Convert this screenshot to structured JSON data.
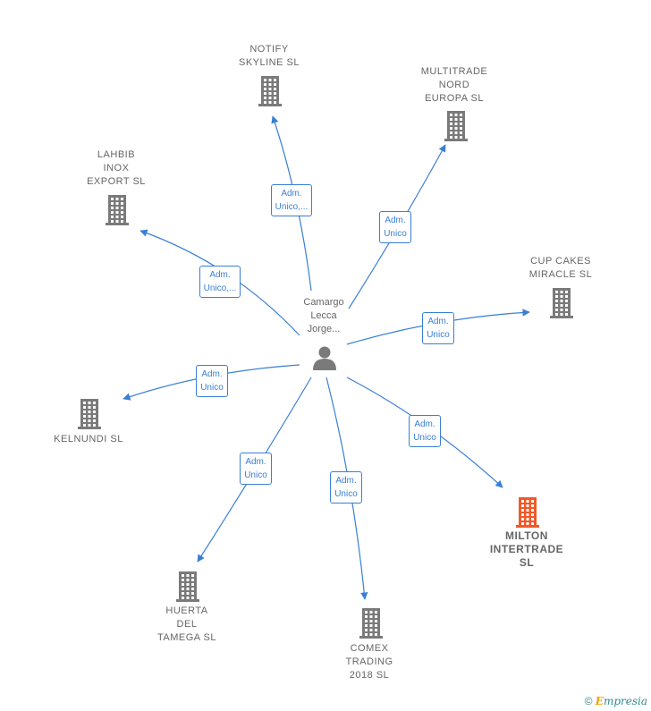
{
  "center": {
    "label": "Camargo\nLecca\nJorge..."
  },
  "companies": [
    {
      "id": "notify",
      "label": "NOTIFY\nSKYLINE  SL",
      "highlight": false
    },
    {
      "id": "multitrade",
      "label": "MULTITRADE\nNORD\nEUROPA  SL",
      "highlight": false
    },
    {
      "id": "lahbib",
      "label": "LAHBIB\nINOX\nEXPORT  SL",
      "highlight": false
    },
    {
      "id": "cupcakes",
      "label": "CUP CAKES\nMIRACLE  SL",
      "highlight": false
    },
    {
      "id": "kelnundi",
      "label": "KELNUNDI  SL",
      "highlight": false
    },
    {
      "id": "milton",
      "label": "MILTON\nINTERTRADE\nSL",
      "highlight": true
    },
    {
      "id": "huerta",
      "label": "HUERTA\nDEL\nTAMEGA  SL",
      "highlight": false
    },
    {
      "id": "comex",
      "label": "COMEX\nTRADING\n2018  SL",
      "highlight": false
    }
  ],
  "edges": [
    {
      "to": "notify",
      "label": "Adm.\nUnico,..."
    },
    {
      "to": "multitrade",
      "label": "Adm.\nUnico"
    },
    {
      "to": "lahbib",
      "label": "Adm.\nUnico,..."
    },
    {
      "to": "cupcakes",
      "label": "Adm.\nUnico"
    },
    {
      "to": "kelnundi",
      "label": "Adm.\nUnico"
    },
    {
      "to": "milton",
      "label": "Adm.\nUnico"
    },
    {
      "to": "huerta",
      "label": "Adm.\nUnico"
    },
    {
      "to": "comex",
      "label": "Adm.\nUnico"
    }
  ],
  "colors": {
    "edge": "#3a7fd5",
    "building": "#7a7a7a",
    "building_highlight": "#f05a28",
    "person": "#7a7a7a"
  },
  "icons": {
    "company": "building-icon",
    "person": "person-icon"
  },
  "footer": {
    "copyright_symbol": "©",
    "brand_first": "E",
    "brand_rest": "mpresia"
  }
}
